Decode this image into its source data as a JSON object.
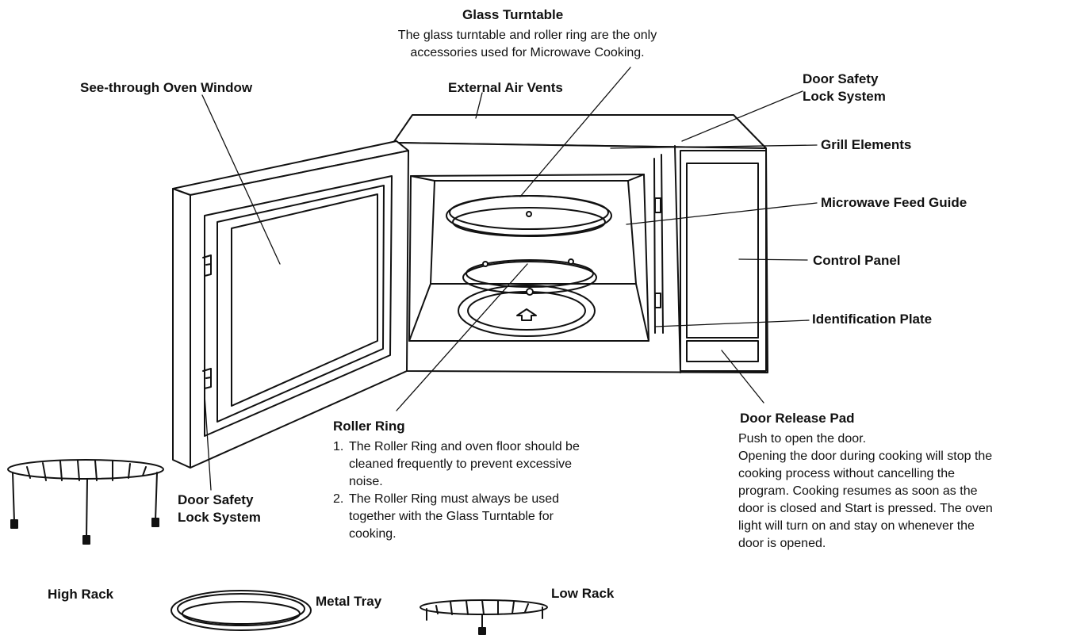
{
  "labels": {
    "glass_turntable": "Glass Turntable",
    "see_through_window": "See-through Oven Window",
    "external_air_vents": "External Air Vents",
    "door_safety_lock_top_1": "Door Safety",
    "door_safety_lock_top_2": "Lock System",
    "grill_elements": "Grill Elements",
    "microwave_feed_guide": "Microwave Feed Guide",
    "control_panel": "Control Panel",
    "identification_plate": "Identification Plate",
    "door_release_pad": "Door Release Pad",
    "roller_ring": "Roller Ring",
    "door_safety_lock_bottom_1": "Door Safety",
    "door_safety_lock_bottom_2": "Lock System",
    "high_rack": "High Rack",
    "metal_tray": "Metal Tray",
    "low_rack": "Low Rack"
  },
  "descriptions": {
    "glass_turntable": [
      "The glass turntable and roller ring are the only",
      "accessories used for Microwave Cooking."
    ],
    "roller_ring": {
      "item1": {
        "num": "1.",
        "lines": [
          "The Roller Ring and oven floor should be",
          "cleaned frequently to prevent excessive",
          "noise."
        ]
      },
      "item2": {
        "num": "2.",
        "lines": [
          "The Roller Ring must always be used",
          "together with the Glass Turntable for",
          "cooking."
        ]
      }
    },
    "door_release_pad": [
      "Push to open the door.",
      "Opening the door during cooking will stop the",
      "cooking process without cancelling the",
      "program. Cooking resumes as soon as the",
      "door is closed and Start is pressed. The oven",
      "light will turn on and stay on whenever the",
      "door is opened."
    ]
  }
}
